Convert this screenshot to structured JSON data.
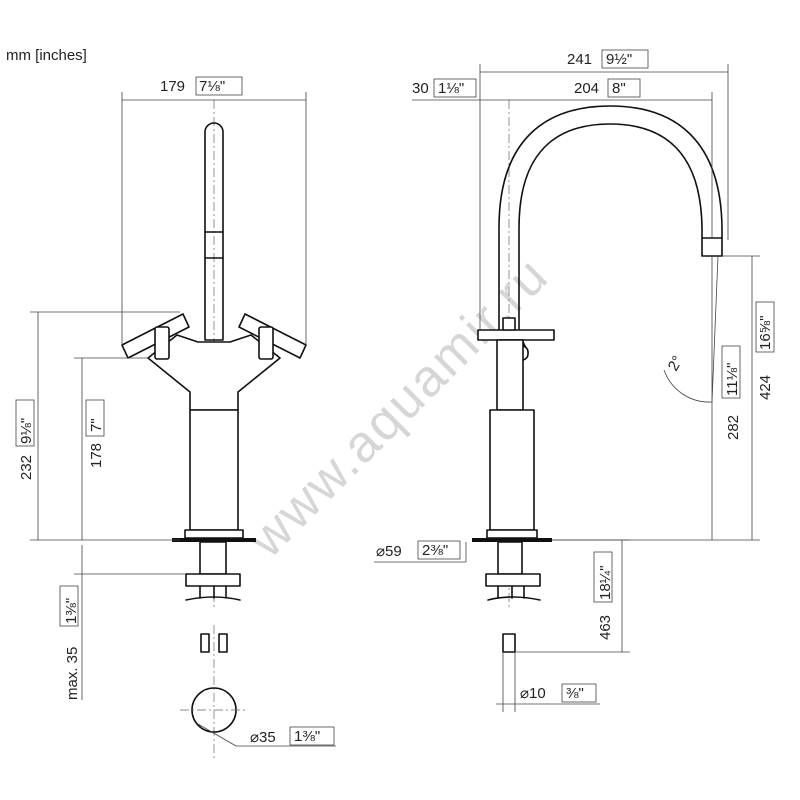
{
  "units_note": "mm [inches]",
  "watermark": "www.aquamir.ru",
  "dimensions": {
    "front_width": {
      "mm": "179",
      "inch": "7⅛\""
    },
    "front_height_232": {
      "mm": "232",
      "inch": "9⅛\""
    },
    "front_height_178": {
      "mm": "178",
      "inch": "7\""
    },
    "front_max35": {
      "prefix": "max. 35",
      "inch": "1⅜\""
    },
    "hole_diameter": {
      "mm": "⌀35",
      "inch": "1⅜\""
    },
    "side_241": {
      "mm": "241",
      "inch": "9½\""
    },
    "side_204": {
      "mm": "204",
      "inch": "8\""
    },
    "side_30": {
      "mm": "30",
      "inch": "1⅛\""
    },
    "side_424": {
      "mm": "424",
      "inch": "16⅝\""
    },
    "side_282": {
      "mm": "282",
      "inch": "11⅛\""
    },
    "side_463": {
      "mm": "463",
      "inch": "18¼\""
    },
    "base_diameter": {
      "mm": "⌀59",
      "inch": "2⅜\""
    },
    "hose_diameter": {
      "mm": "⌀10",
      "inch": "⅜\""
    },
    "angle": {
      "value": "2°"
    }
  }
}
